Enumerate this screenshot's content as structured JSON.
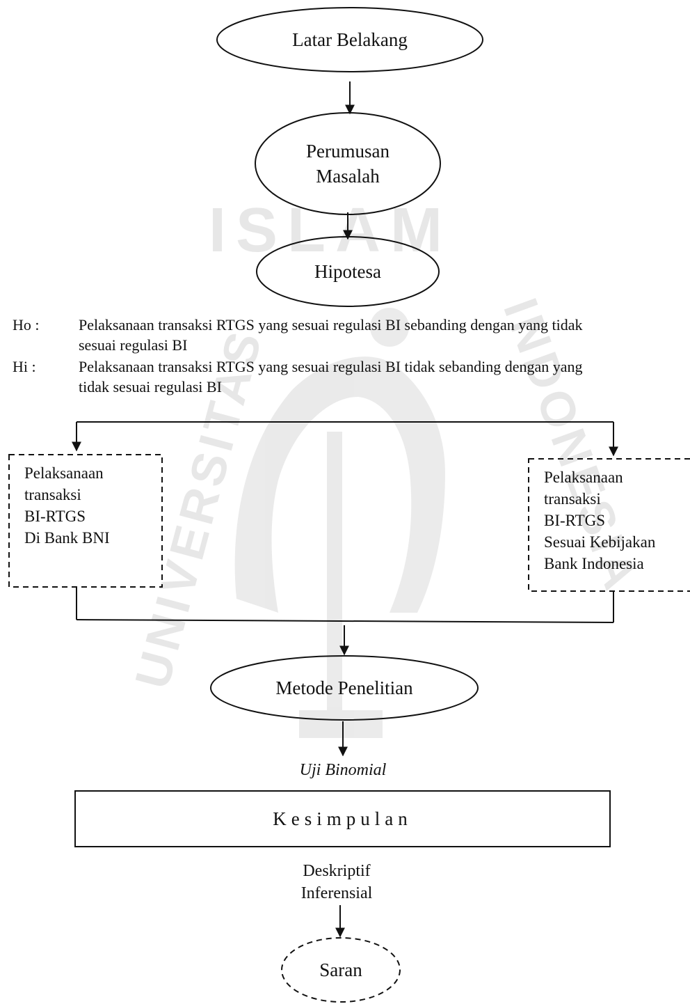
{
  "watermark": {
    "top_text": "ISLAM",
    "left_text": "UNIVERSITAS",
    "right_text": "INDONESIA",
    "color": "#000000"
  },
  "nodes": {
    "latar": "Latar Belakang",
    "perumusan": [
      "Perumusan",
      "Masalah"
    ],
    "hipotesa": "Hipotesa",
    "metode": "Metode Penelitian",
    "uji": "Uji Binomial",
    "kesimpulan": "Kesimpulan",
    "deskriptif": [
      "Deskriptif",
      "Inferensial"
    ],
    "saran": "Saran"
  },
  "hypotheses": [
    {
      "key": "Ho :",
      "lines": [
        "Pelaksanaan transaksi RTGS yang sesuai regulasi BI sebanding dengan yang tidak",
        "sesuai regulasi BI"
      ]
    },
    {
      "key": "Hi :",
      "lines": [
        "Pelaksanaan transaksi RTGS yang sesuai regulasi BI tidak sebanding dengan yang",
        "tidak sesuai regulasi BI"
      ]
    }
  ],
  "boxes": {
    "left": [
      "Pelaksanaan",
      "transaksi",
      "BI-RTGS",
      "Di Bank BNI"
    ],
    "right": [
      "Pelaksanaan",
      "transaksi",
      "BI-RTGS",
      "Sesuai Kebijakan",
      "Bank Indonesia"
    ]
  }
}
